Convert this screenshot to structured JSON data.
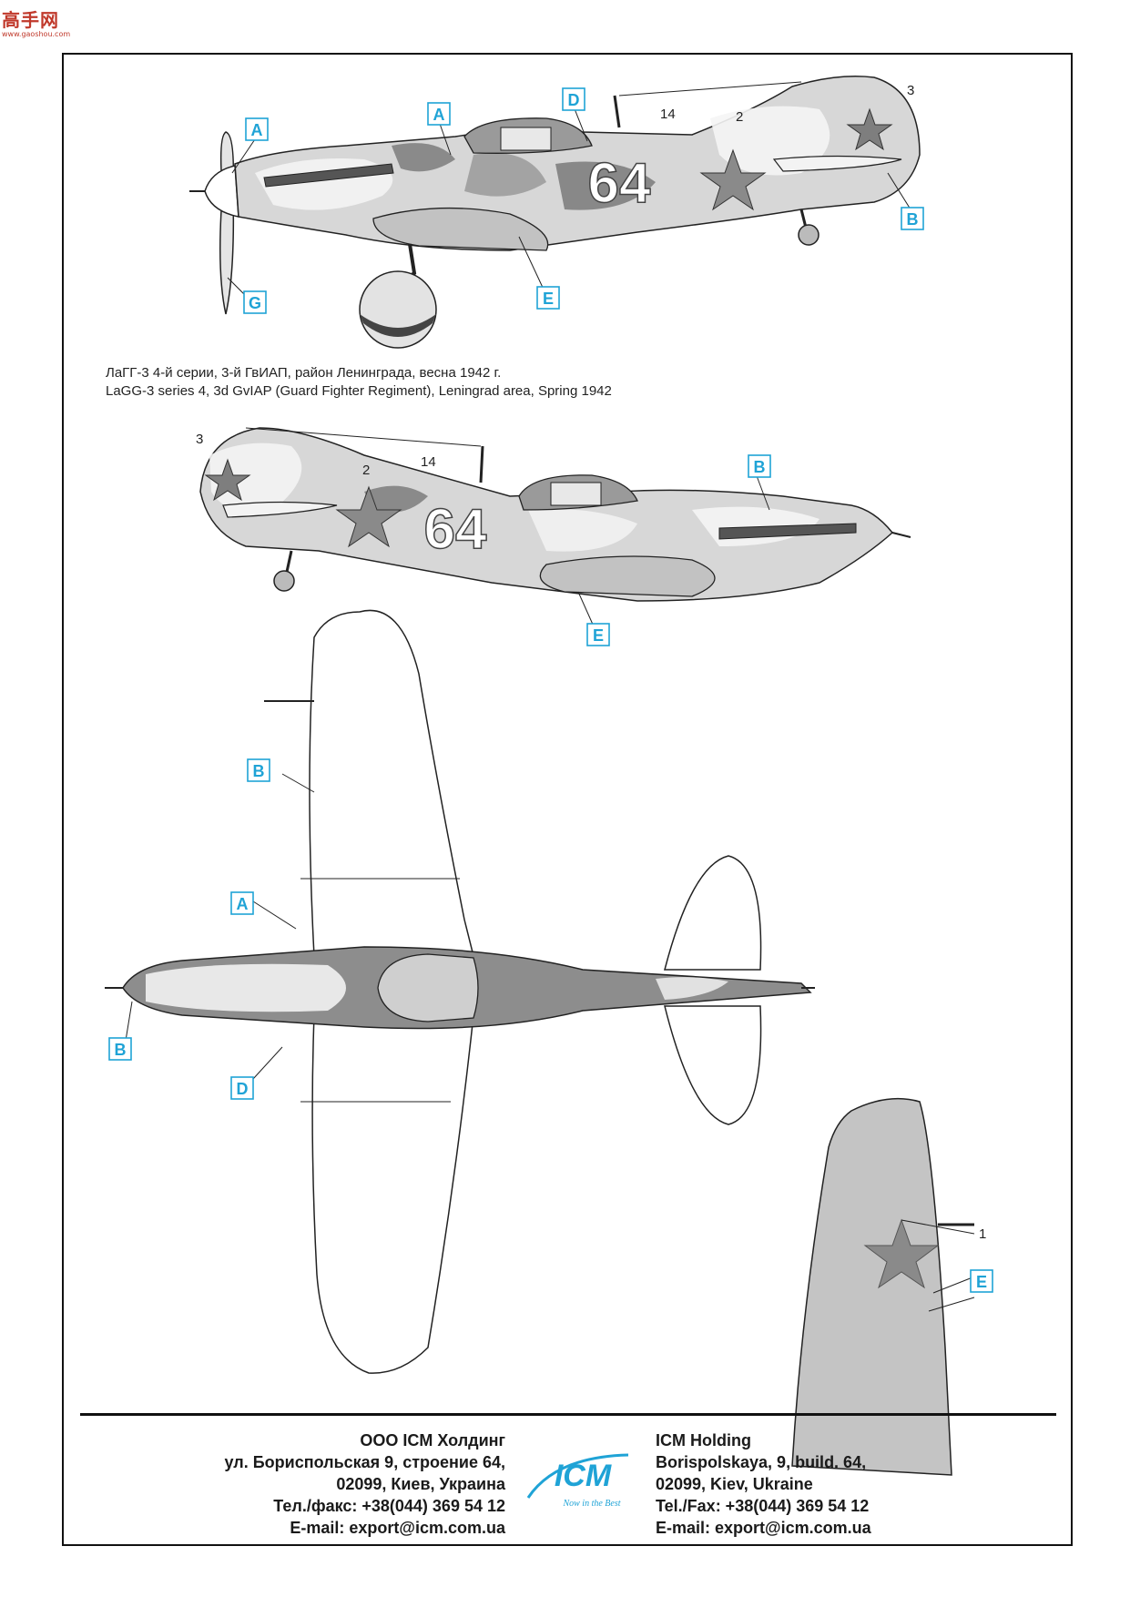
{
  "watermark": {
    "main": "高手网",
    "sub": "www.gaoshou.com"
  },
  "caption": {
    "ru": "ЛаГГ-3 4-й серии, 3-й ГвИАП, район Ленинграда, весна 1942 г.",
    "en": "LaGG-3 series 4, 3d GvIAP (Guard Fighter Regiment), Leningrad area, Spring 1942"
  },
  "aircraft_number": "64",
  "callouts": {
    "A": "A",
    "B": "B",
    "D": "D",
    "E": "E",
    "G": "G"
  },
  "decal_numbers": {
    "n1": "1",
    "n2": "2",
    "n3": "3",
    "n14": "14"
  },
  "footer": {
    "ru": {
      "company": "ООО ICM Холдинг",
      "street": "ул. Бориспольская 9, строение 64,",
      "city": "02099, Киев, Украина",
      "phone": "Тел./факс: +38(044) 369 54 12",
      "email": "E-mail: export@icm.com.ua"
    },
    "en": {
      "company": "ICM Holding",
      "street": "Borispolskaya, 9, build. 64,",
      "city": "02099, Kiev, Ukraine",
      "phone": "Tel./Fax: +38(044) 369 54 12",
      "email": "E-mail: export@icm.com.ua"
    },
    "logo": {
      "text": "ICM",
      "slogan": "Now in the Best"
    }
  },
  "colors": {
    "callout": "#1fa3d6",
    "camo_dark": "#7b7b7b",
    "underside": "#c9c9c9",
    "white": "#ffffff",
    "star": "#8a8a8a"
  }
}
